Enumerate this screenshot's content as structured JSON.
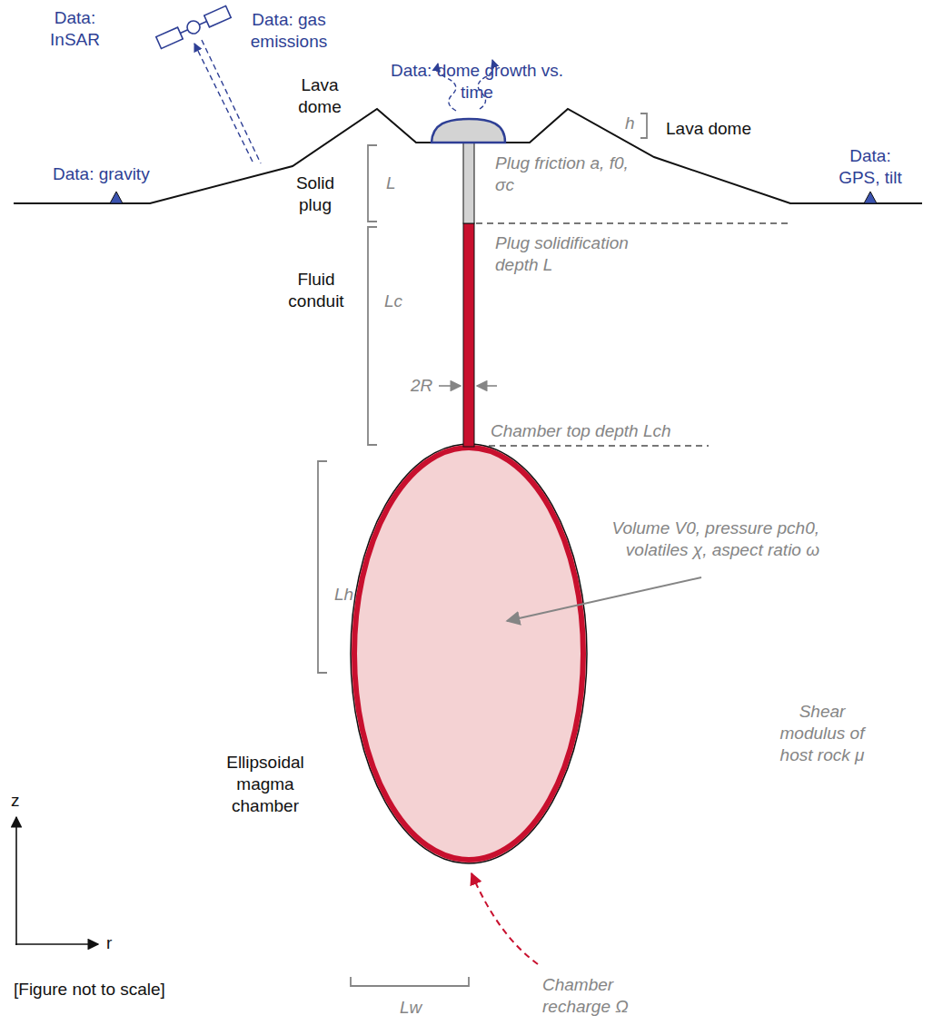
{
  "diagram": {
    "labels": [
      "Data: InSAR",
      "Data: gas emissions",
      "Data: dome growth vs. time",
      "Data: gravity",
      "Data: GPS, tilt",
      "Lava dome",
      "h",
      "Lava dome",
      "Solid plug",
      "L",
      "Plug friction a, f0, σc",
      "Plug solidification depth L",
      "Fluid conduit",
      "Lc",
      "2R",
      "Chamber top depth Lch",
      "Lh",
      "Volume V0, pressure pch0, volatiles χ, aspect ratio ω",
      "Shear modulus of host rock μ",
      "Ellipsoidal magma chamber",
      "z",
      "r",
      "[Figure not to scale]",
      "Lw",
      "Chamber recharge Ω"
    ]
  }
}
